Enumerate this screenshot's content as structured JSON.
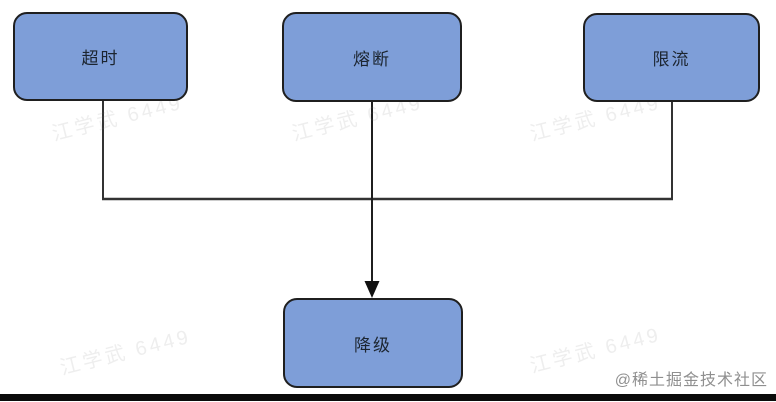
{
  "diagram": {
    "type": "flowchart",
    "nodes": [
      {
        "id": "timeout",
        "label": "超时"
      },
      {
        "id": "fuse",
        "label": "熔断"
      },
      {
        "id": "rate-limit",
        "label": "限流"
      },
      {
        "id": "degrade",
        "label": "降级"
      }
    ],
    "edges": [
      {
        "from": "超时",
        "to": "降级"
      },
      {
        "from": "熔断",
        "to": "降级"
      },
      {
        "from": "限流",
        "to": "降级"
      }
    ],
    "colors": {
      "node_fill": "#7E9ED8",
      "node_border": "#1f1f1f",
      "connector": "#333333"
    }
  },
  "watermark": {
    "text": "江学武 6449"
  },
  "footer": {
    "credit": "@稀土掘金技术社区"
  }
}
